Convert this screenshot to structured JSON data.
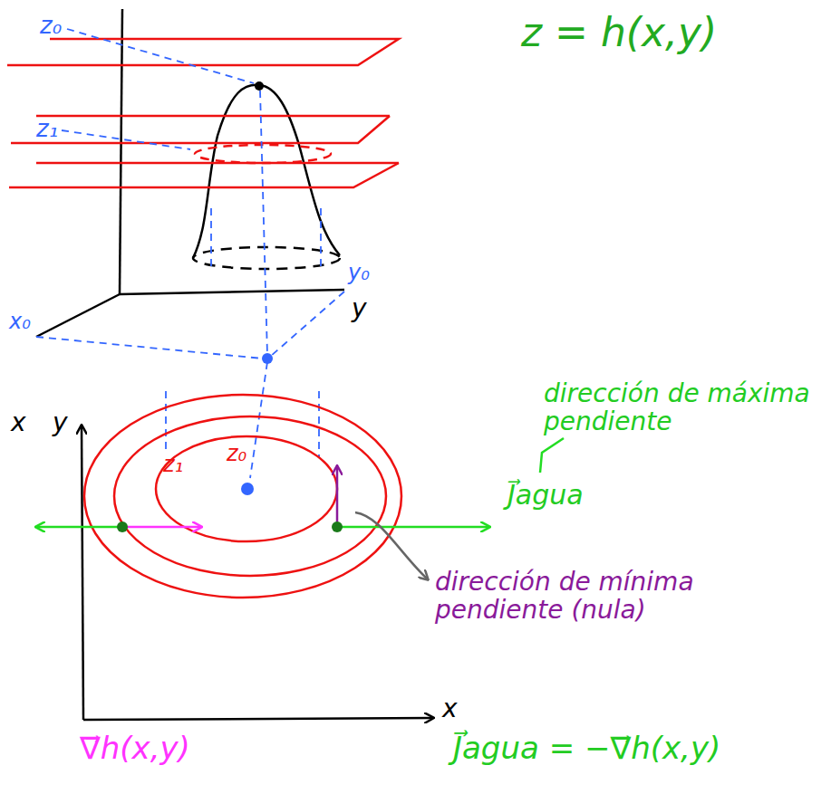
{
  "diagram": {
    "labels": [
      "z₀",
      "z = h(x,y)",
      "z₁",
      "y₀",
      "y",
      "x₀",
      "x",
      "y",
      "dirección de máxima pendiente",
      "J⃗agua",
      "z₁",
      "z₀",
      "dirección de mínima pendiente (nula)",
      "x",
      "∇⃗h(x,y)",
      "J⃗agua = −∇⃗h(x,y)"
    ]
  }
}
